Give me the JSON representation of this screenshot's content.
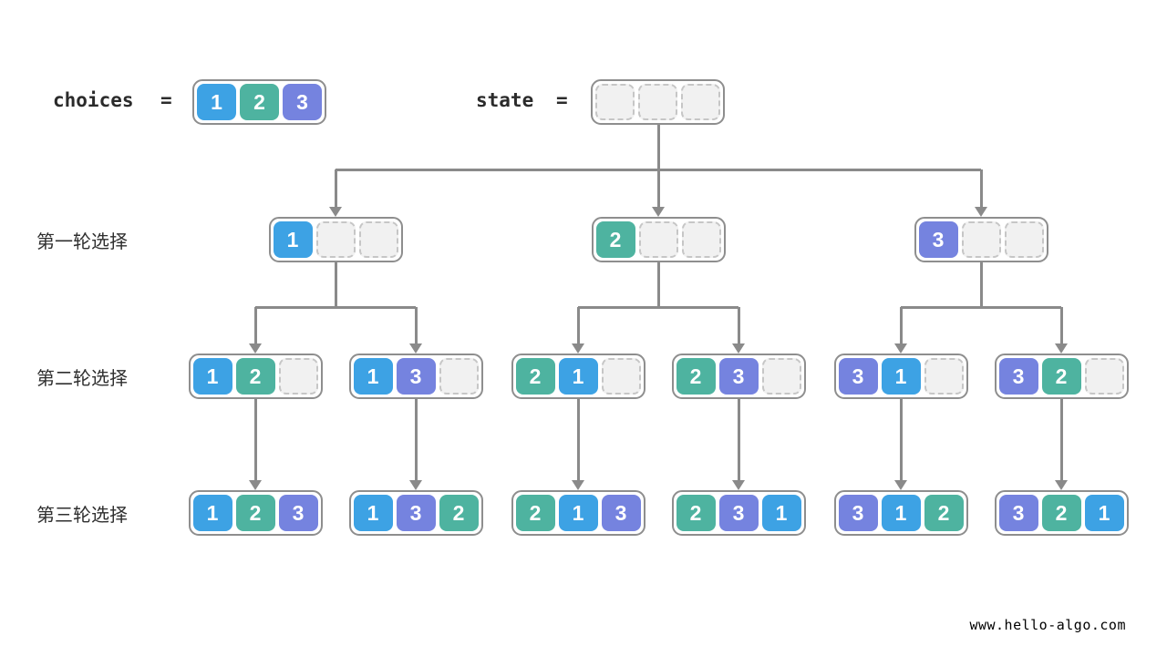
{
  "header": {
    "choices_label": "choices",
    "equals_sign": "=",
    "choices_values": [
      "1",
      "2",
      "3"
    ],
    "state_values": [
      "",
      "",
      ""
    ],
    "state_label": "state"
  },
  "rounds": [
    {
      "label": "第一轮选择",
      "nodes": [
        [
          "1",
          "",
          ""
        ],
        [
          "2",
          "",
          ""
        ],
        [
          "3",
          "",
          ""
        ]
      ]
    },
    {
      "label": "第二轮选择",
      "nodes": [
        [
          "1",
          "2",
          ""
        ],
        [
          "1",
          "3",
          ""
        ],
        [
          "2",
          "1",
          ""
        ],
        [
          "2",
          "3",
          ""
        ],
        [
          "3",
          "1",
          ""
        ],
        [
          "3",
          "2",
          ""
        ]
      ]
    },
    {
      "label": "第三轮选择",
      "nodes": [
        [
          "1",
          "2",
          "3"
        ],
        [
          "1",
          "3",
          "2"
        ],
        [
          "2",
          "1",
          "3"
        ],
        [
          "2",
          "3",
          "1"
        ],
        [
          "3",
          "1",
          "2"
        ],
        [
          "3",
          "2",
          "1"
        ]
      ]
    }
  ],
  "colors": {
    "value_1": "#3da2e4",
    "value_2": "#4eb3a0",
    "value_3": "#7583df",
    "empty_fill": "#f1f1f1",
    "line": "#8a8a8a",
    "node_border": "#8e8e8e",
    "label_text": "#2f2f2f",
    "watermark": "#c9c9c9"
  },
  "footer": {
    "watermark": "www.hello-algo.com"
  }
}
